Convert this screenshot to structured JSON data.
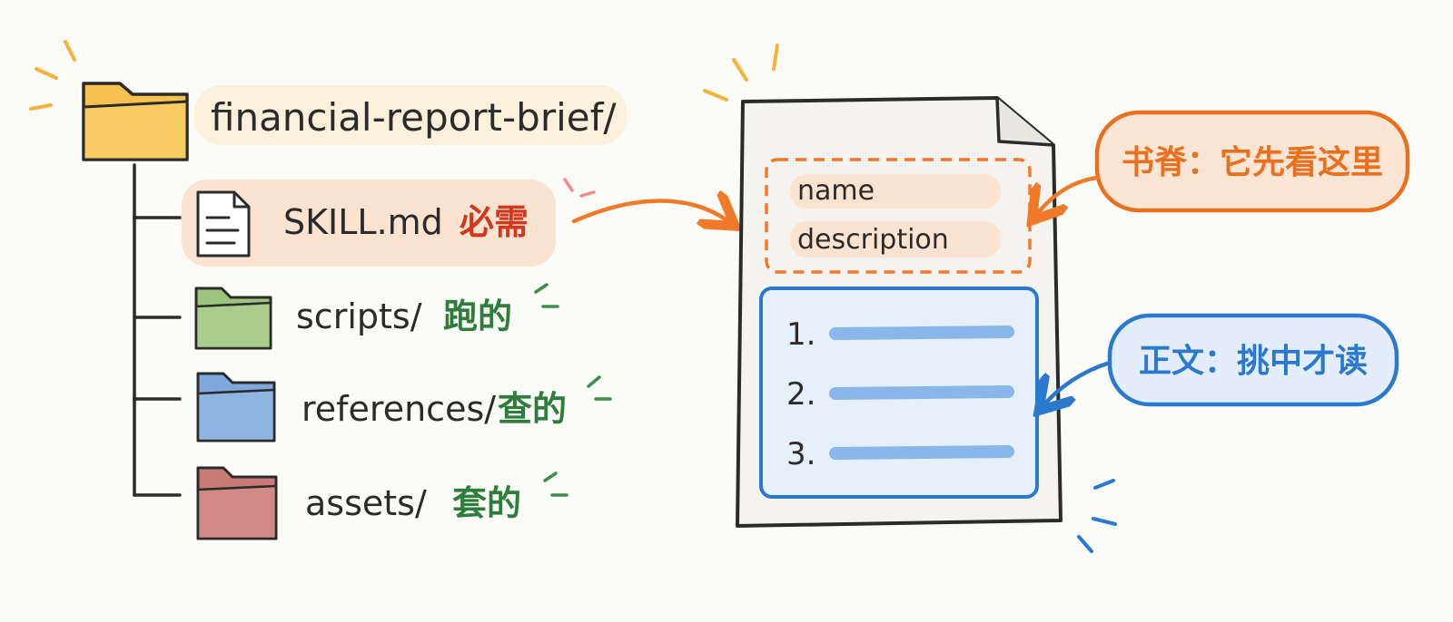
{
  "tree": {
    "root": {
      "label": "financial-report-brief/",
      "icon": "folder-icon",
      "color": "#f6c14f"
    },
    "items": [
      {
        "label": "SKILL.md",
        "tag": "必需",
        "tag_color": "#d2381f",
        "icon": "document-icon",
        "highlight": "#fbe3d2"
      },
      {
        "label": "scripts/",
        "tag": "跑的",
        "tag_color": "#2f7d3a",
        "icon": "folder-icon",
        "color": "#9cc47e"
      },
      {
        "label": "references/",
        "tag": "查的",
        "tag_color": "#2f7d3a",
        "icon": "folder-icon",
        "color": "#7fa8dc"
      },
      {
        "label": "assets/",
        "tag": "套的",
        "tag_color": "#2f7d3a",
        "icon": "folder-icon",
        "color": "#c97b78"
      }
    ]
  },
  "document": {
    "frontmatter": [
      "name",
      "description"
    ],
    "body_lines": [
      "1.",
      "2.",
      "3."
    ]
  },
  "callouts": {
    "spine": {
      "text": "书脊：它先看这里",
      "color": "#e8701f"
    },
    "body": {
      "text": "正文：挑中才读",
      "color": "#2b78cf"
    }
  },
  "colors": {
    "ink": "#2b2b2b",
    "orange": "#f07a2a",
    "blue": "#2b78cf",
    "highlight_line": "#8ab6ea",
    "body_fill": "#e6f0fb",
    "frontmatter_fill": "#fbe3d2"
  }
}
